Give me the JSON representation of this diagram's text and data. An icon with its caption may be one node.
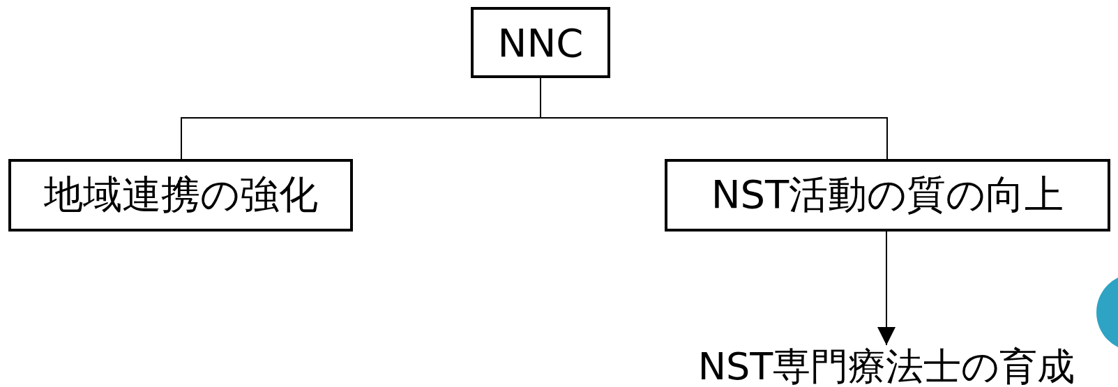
{
  "diagram": {
    "nodes": [
      {
        "text": [
          "NNC"
        ]
      },
      {
        "text": [
          "地域連携の強化"
        ]
      },
      {
        "text": [
          "NST活動の質の向上"
        ]
      },
      {
        "text": [
          "NST専門療法士の育成"
        ]
      }
    ],
    "edges": [
      {
        "from": 0,
        "to": 1,
        "arrow": "none"
      },
      {
        "from": 0,
        "to": 2,
        "arrow": "none"
      },
      {
        "from": 2,
        "to": 3,
        "arrow": "to"
      }
    ]
  }
}
